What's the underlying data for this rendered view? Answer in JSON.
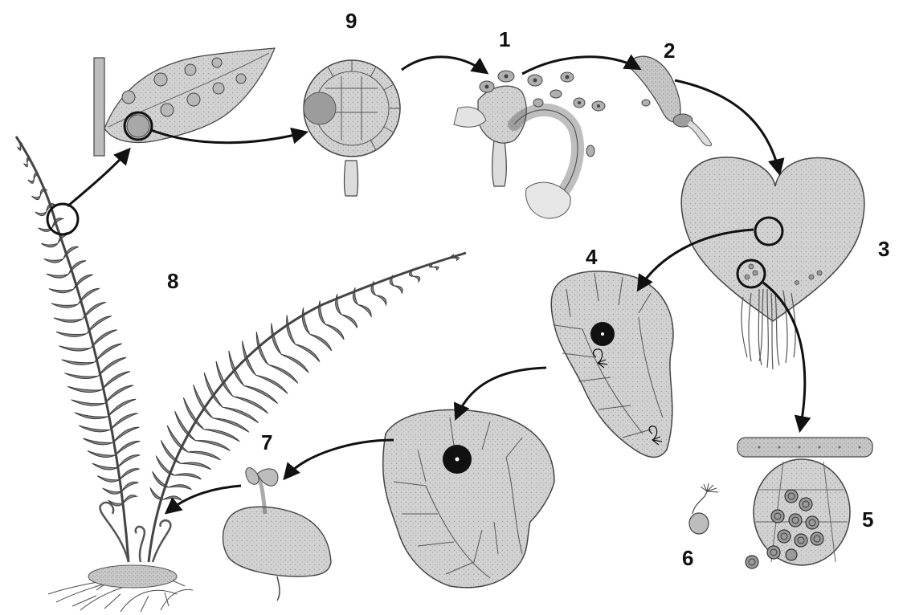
{
  "stages": [
    {
      "id": "9",
      "label": "9"
    },
    {
      "id": "1",
      "label": "1"
    },
    {
      "id": "2",
      "label": "2"
    },
    {
      "id": "3",
      "label": "3"
    },
    {
      "id": "4",
      "label": "4"
    },
    {
      "id": "5",
      "label": "5"
    },
    {
      "id": "6",
      "label": "6"
    },
    {
      "id": "7",
      "label": "7"
    },
    {
      "id": "8",
      "label": "8"
    }
  ],
  "colors": {
    "ink": "#111111",
    "tissue": "#cfcfcf",
    "tissue_light": "#e0e0e0",
    "stem": "#bdbdbd",
    "frond": "#7a7a7a"
  }
}
